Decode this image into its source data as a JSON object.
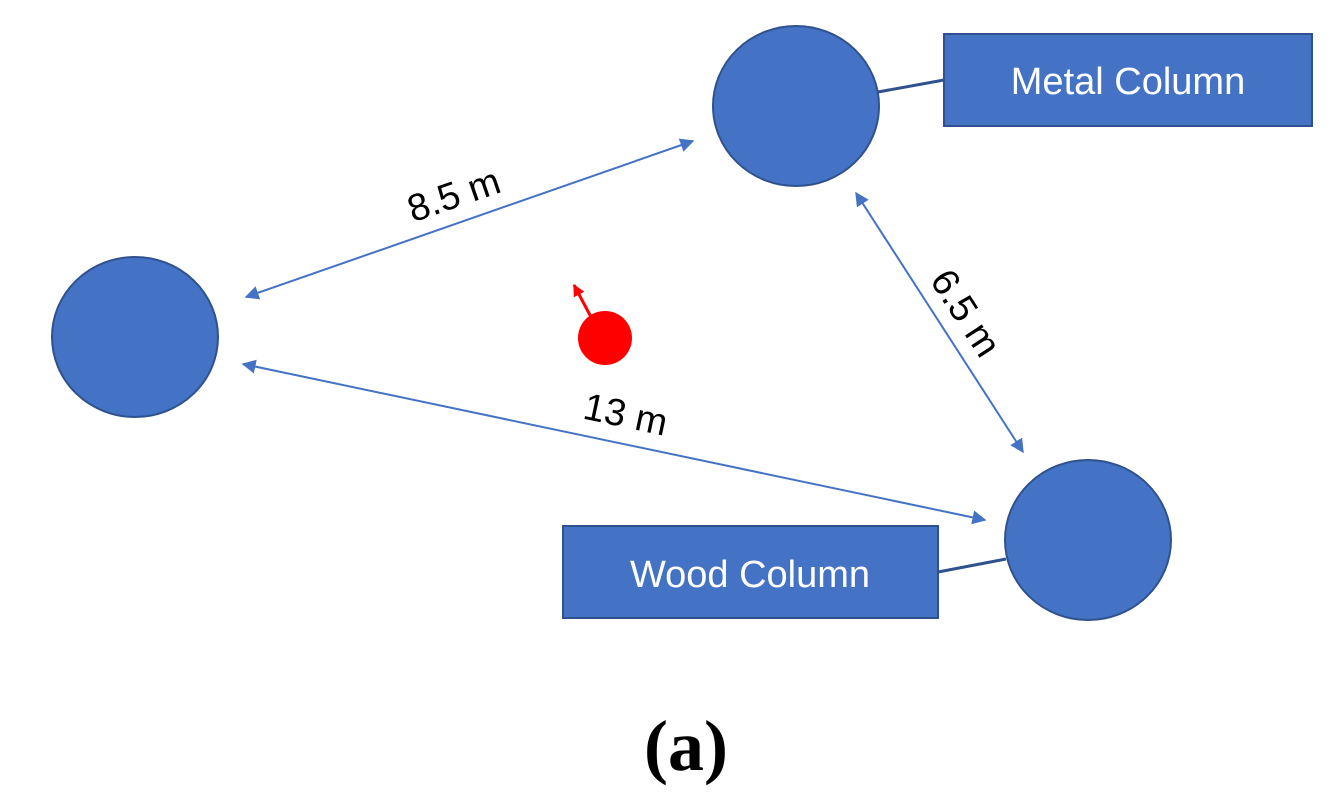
{
  "diagram": {
    "distances": {
      "top": "8.5 m",
      "right": "6.5 m",
      "bottom": "13 m"
    },
    "labels": {
      "metal": "Metal Column",
      "wood": "Wood Column"
    },
    "caption": "(a)"
  },
  "colors": {
    "column_fill": "#4472C4",
    "column_stroke": "#2F528F",
    "arrow": "#4472C4",
    "label_box_fill": "#4472C4",
    "label_text": "#ffffff",
    "robot": "#FF0000"
  },
  "icons": {
    "column": "circle",
    "robot": "red-dot-with-heading-arrow"
  }
}
